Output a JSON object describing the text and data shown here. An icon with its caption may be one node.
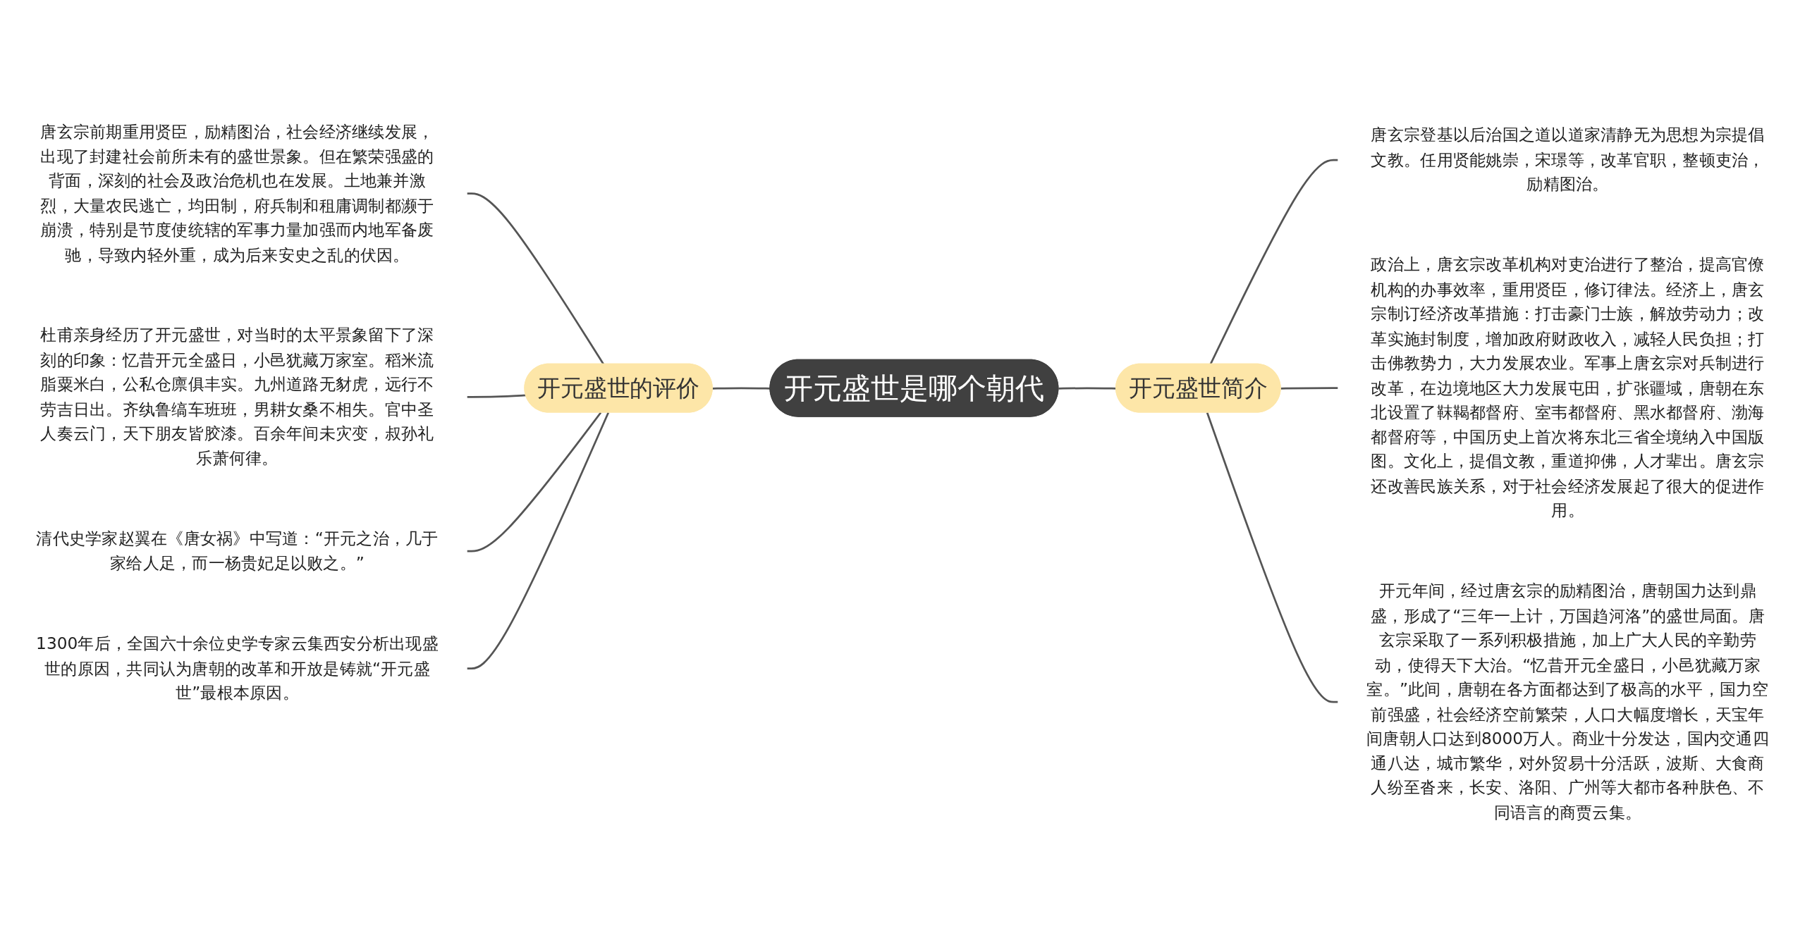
{
  "diagram": {
    "nodes": [
      {
        "text": [
          "开元盛世是哪个朝代"
        ]
      },
      {
        "text": [
          "开元盛世的评价"
        ]
      },
      {
        "text": [
          "唐玄宗前期重用贤臣，励精图治，社会经济继续发展，出现了封建社会前所未有的盛世景象。但在繁荣强盛的背面，深刻的社会及政治危机也在发展。土地兼并激烈，大量农民逃亡，均田制，府兵制和租庸调制都濒于崩溃，特别是节度使统辖的军事力量加强而内地军备废驰，导致内轻外重，成为后来安史之乱的伏因。"
        ]
      },
      {
        "text": [
          "杜甫亲身经历了开元盛世，对当时的太平景象留下了深刻的印象：忆昔开元全盛日，小邑犹藏万家室。稻米流脂粟米白，公私仓廪俱丰实。九州道路无豺虎，远行不劳吉日出。齐纨鲁缟车班班，男耕女桑不相失。官中圣人奏云门，天下朋友皆胶漆。百余年间未灾变，叔孙礼乐萧何律。"
        ]
      },
      {
        "text": [
          "清代史学家赵翼在《唐女祸》中写道：“开元之治，几于家给人足，而一杨贵妃足以败之。”"
        ]
      },
      {
        "text": [
          "1300年后，全国六十余位史学专家云集西安分析出现盛世的原因，共同认为唐朝的改革和开放是铸就“开元盛世”最根本原因。"
        ]
      },
      {
        "text": [
          "开元盛世简介"
        ]
      },
      {
        "text": [
          "唐玄宗登基以后治国之道以道家清静无为思想为宗提倡文教。任用贤能姚崇，宋璟等，改革官职，整顿吏治，励精图治。"
        ]
      },
      {
        "text": [
          "政治上，唐玄宗改革机构对吏治进行了整治，提高官僚机构的办事效率，重用贤臣，修订律法。经济上，唐玄宗制订经济改革措施：打击豪门士族，解放劳动力；改革实施封制度，增加政府财政收入，减轻人民负担；打击佛教势力，大力发展农业。军事上唐玄宗对兵制进行改革，在边境地区大力发展屯田，扩张疆域，唐朝在东北设置了靺鞨都督府、室韦都督府、黑水都督府、渤海都督府等，中国历史上首次将东北三省全境纳入中国版图。文化上，提倡文教，重道抑佛，人才辈出。唐玄宗还改善民族关系，对于社会经济发展起了很大的促进作用。"
        ]
      },
      {
        "text": [
          "开元年间，经过唐玄宗的励精图治，唐朝国力达到鼎盛，形成了“三年一上计，万国趋河洛”的盛世局面。唐玄宗采取了一系列积极措施，加上广大人民的辛勤劳动，使得天下大治。“忆昔开元全盛日，小邑犹藏万家室。”此间，唐朝在各方面都达到了极高的水平，国力空前强盛，社会经济空前繁荣，人口大幅度增长，天宝年间唐朝人口达到8000万人。商业十分发达，国内交通四通八达，城市繁华，对外贸易十分活跃，波斯、大食商人纷至沓来，长安、洛阳、广州等大都市各种肤色、不同语言的商贾云集。"
        ]
      }
    ],
    "edges": [
      {
        "from": 0,
        "to": 1,
        "arrow": "none"
      },
      {
        "from": 1,
        "to": 2,
        "arrow": "none"
      },
      {
        "from": 1,
        "to": 3,
        "arrow": "none"
      },
      {
        "from": 1,
        "to": 4,
        "arrow": "none"
      },
      {
        "from": 1,
        "to": 5,
        "arrow": "none"
      },
      {
        "from": 0,
        "to": 6,
        "arrow": "none"
      },
      {
        "from": 6,
        "to": 7,
        "arrow": "none"
      },
      {
        "from": 6,
        "to": 8,
        "arrow": "none"
      },
      {
        "from": 6,
        "to": 9,
        "arrow": "none"
      }
    ]
  }
}
